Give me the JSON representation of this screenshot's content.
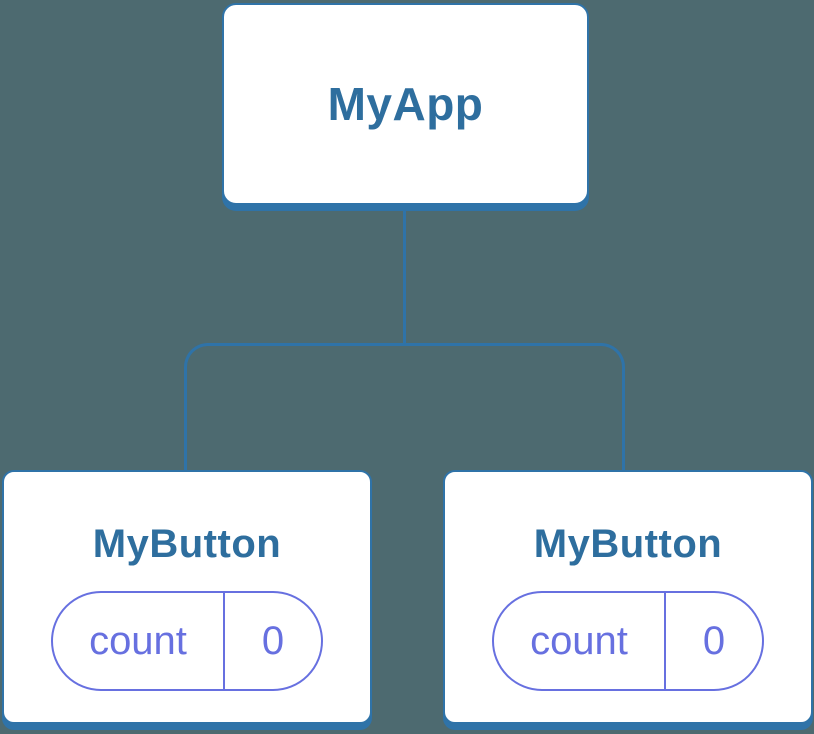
{
  "diagram": {
    "type": "component-tree",
    "colors": {
      "background": "#4D6A70",
      "line_blue": "#2F73A8",
      "title_blue": "#2E6E9E",
      "state_purple": "#6770E0",
      "node_fill": "#FFFFFF"
    },
    "root": {
      "label": "MyApp"
    },
    "children": [
      {
        "label": "MyButton",
        "state": {
          "key": "count",
          "value": "0"
        }
      },
      {
        "label": "MyButton",
        "state": {
          "key": "count",
          "value": "0"
        }
      }
    ]
  }
}
